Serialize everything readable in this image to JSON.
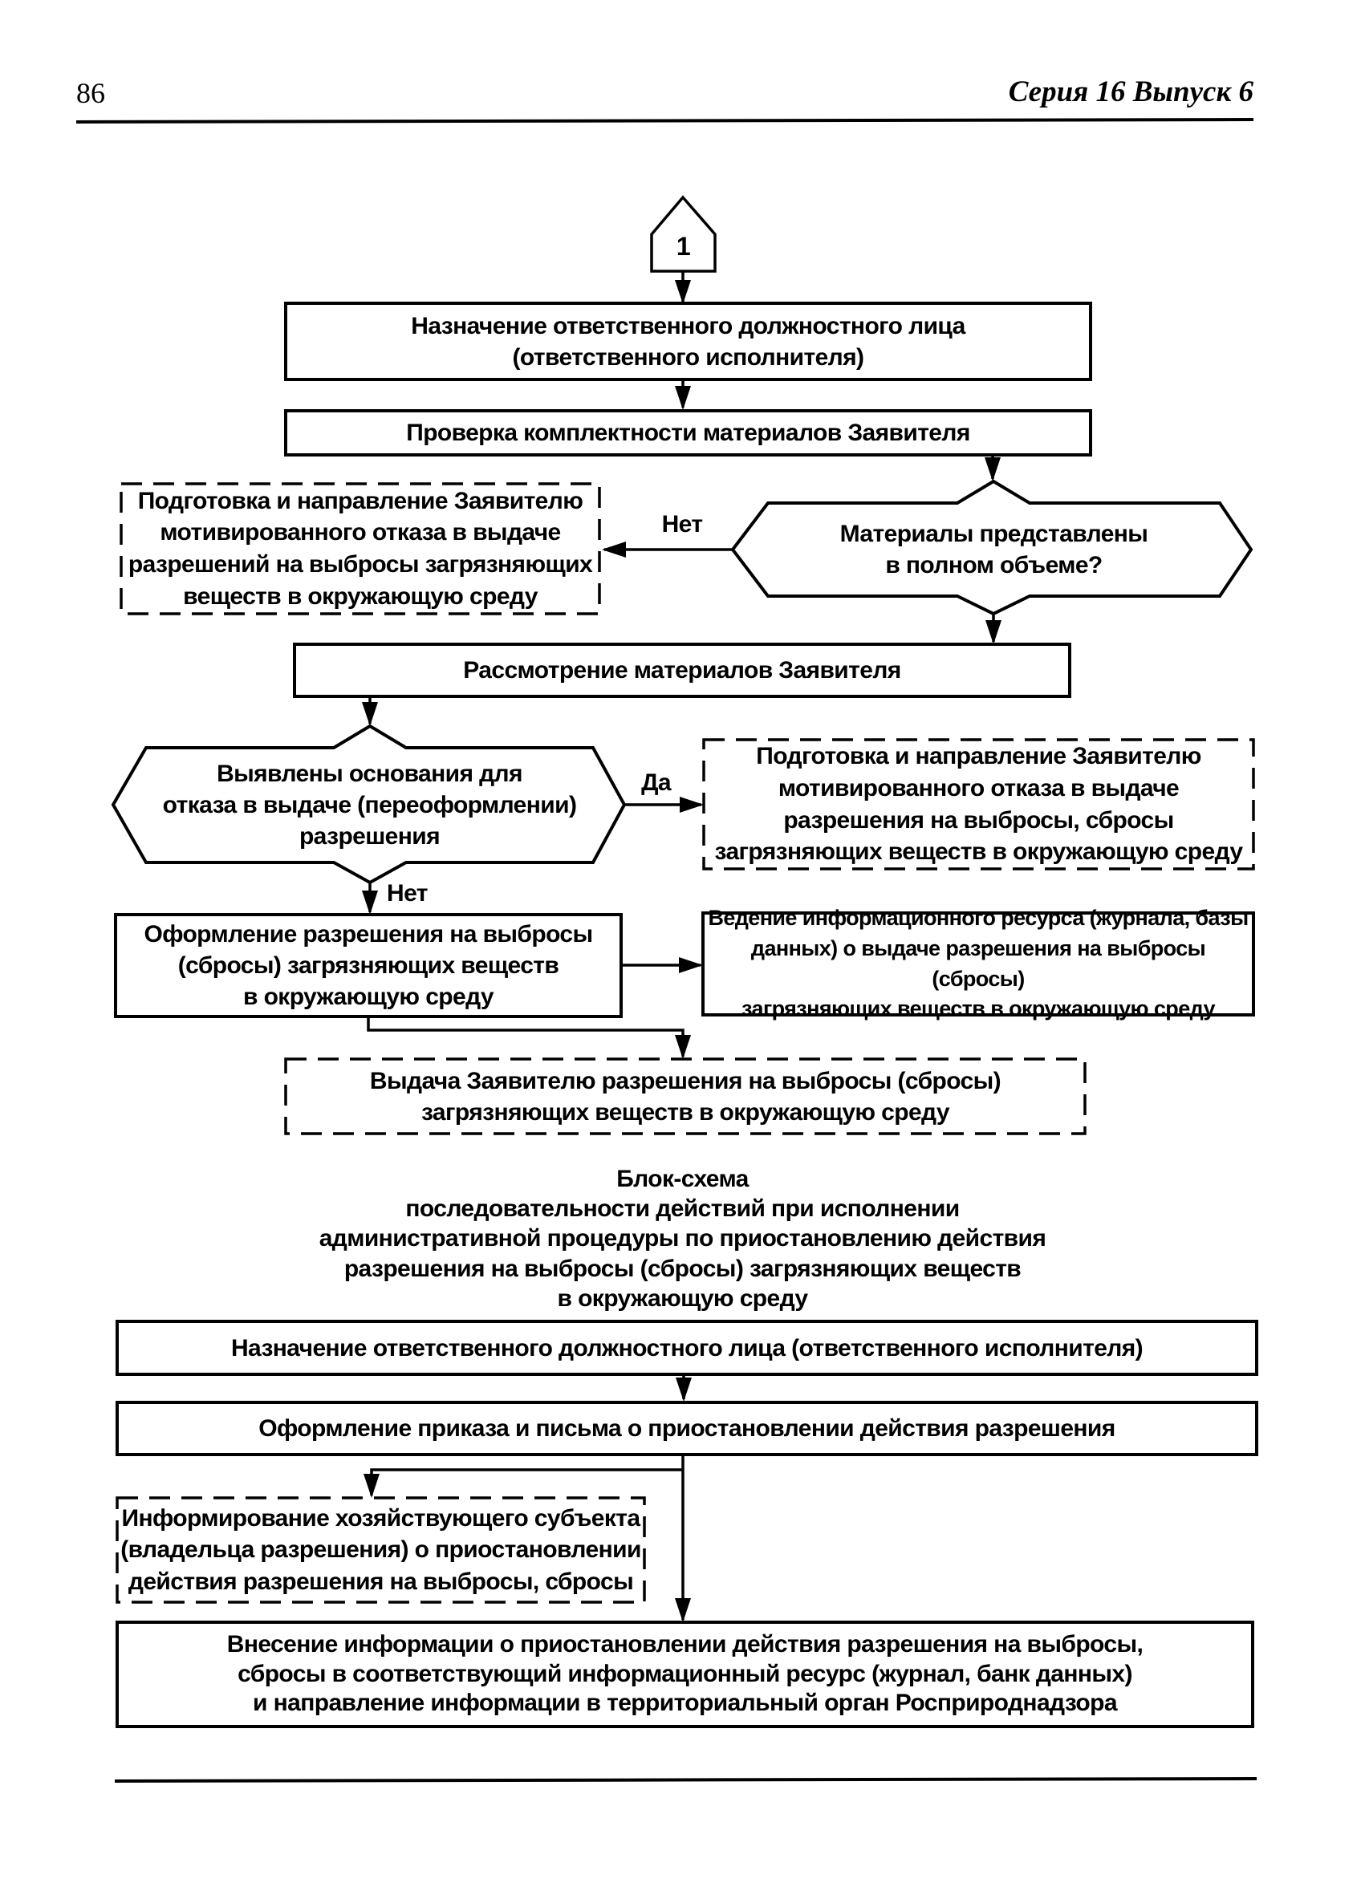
{
  "colors": {
    "ink": "#000000",
    "paper": "#ffffff"
  },
  "page": {
    "page_number": "86",
    "header_right": "Серия 16  Выпуск 6"
  },
  "flow1": {
    "connector_label": "1",
    "assign": "Назначение ответственного должностного лица\n(ответственного исполнителя)",
    "check": "Проверка комплектности материалов Заявителя",
    "refusal_left": "Подготовка и направление Заявителю\nмотивированного отказа в выдаче\nразрешений на выбросы загрязняющих\nвеществ в окружающую среду",
    "decision_materials": "Материалы представлены\nв полном объеме?",
    "label_no_materials": "Нет",
    "review": "Рассмотрение материалов Заявителя",
    "decision_grounds": "Выявлены основания для\nотказа в выдаче (переоформлении)\nразрешения",
    "label_yes_grounds": "Да",
    "label_no_grounds": "Нет",
    "refusal_right": "Подготовка и направление Заявителю\nмотивированного отказа в выдаче\nразрешения на выбросы, сбросы\nзагрязняющих веществ в окружающую среду",
    "issue_permit": "Оформление разрешения на выбросы\n(сбросы) загрязняющих веществ\nв окружающую среду",
    "registry": "Ведение информационного ресурса (журнала, базы\nданных) о выдаче разрешения на выбросы (сбросы)\nзагрязняющих веществ в окружающую среду",
    "delivery": "Выдача Заявителю разрешения на выбросы (сбросы)\nзагрязняющих веществ в окружающую среду"
  },
  "section_title": "Блок-схема\nпоследовательности действий при исполнении\nадминистративной процедуры по приостановлению действия\nразрешения на выбросы (сбросы) загрязняющих веществ\nв окружающую среду",
  "flow2": {
    "assign": "Назначение ответственного должностного лица (ответственного исполнителя)",
    "order": "Оформление приказа и письма о приостановлении действия разрешения",
    "inform": "Информирование хозяйствующего субъекта\n(владельца разрешения) о приостановлении\nдействия разрешения на выбросы, сбросы",
    "record": "Внесение информации о приостановлении действия разрешения на выбросы,\nсбросы в соответствующий информационный ресурс (журнал, банк данных)\nи направление информации в территориальный орган Росприроднадзора"
  }
}
